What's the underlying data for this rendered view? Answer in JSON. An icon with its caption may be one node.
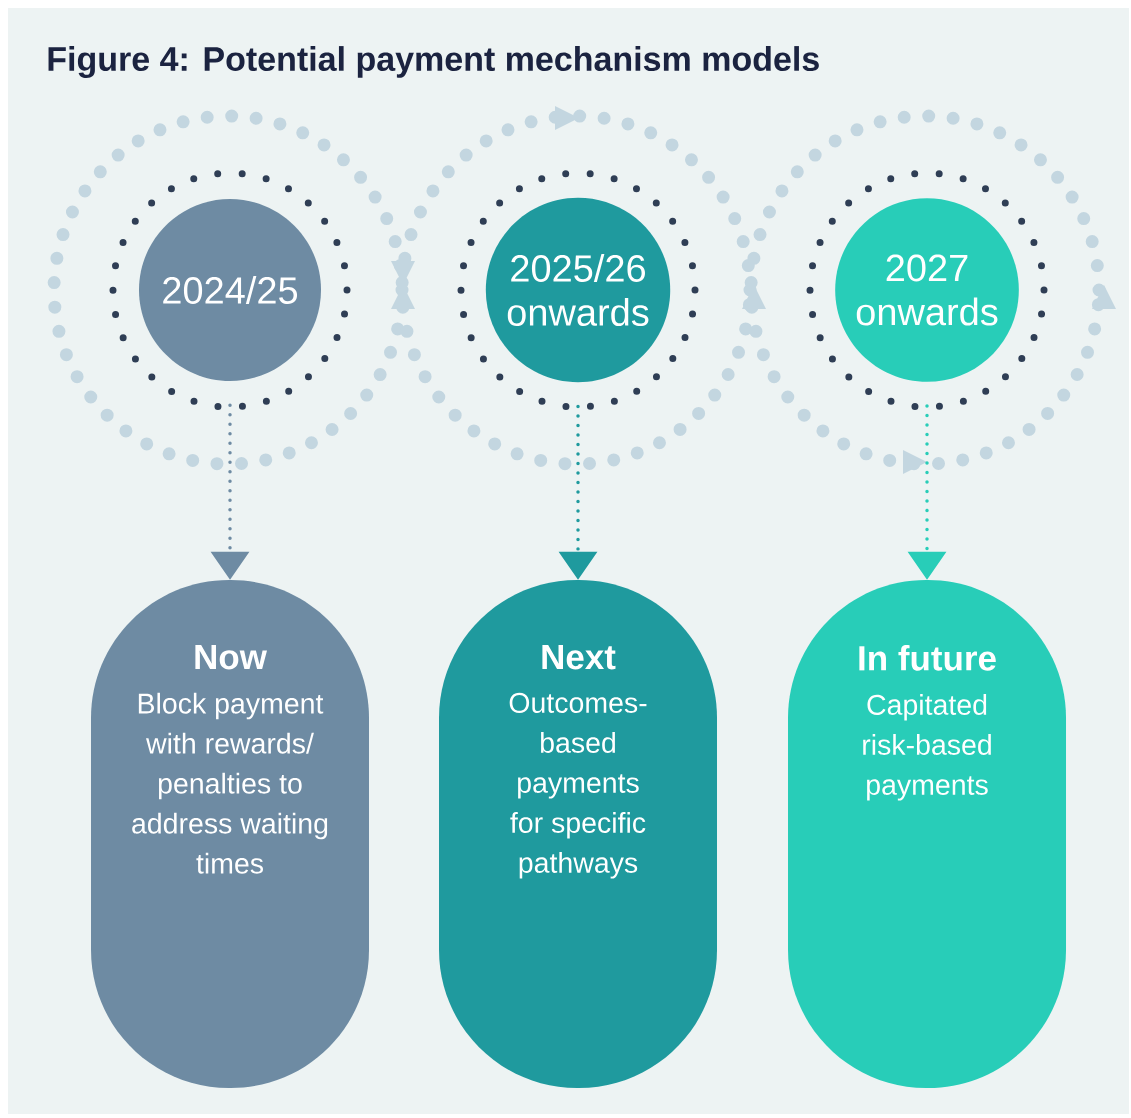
{
  "diagram": {
    "title": "Figure 4: Potential payment mechanism models",
    "nodes": [
      {
        "text": [
          "2024/25"
        ]
      },
      {
        "text": [
          "2025/26 onwards"
        ]
      },
      {
        "text": [
          "2027 onwards"
        ]
      },
      {
        "text": [
          "Now",
          "Block payment with rewards/ penalties to address waiting times"
        ]
      },
      {
        "text": [
          "Next",
          "Outcomes-based payments for specific pathways"
        ]
      },
      {
        "text": [
          "In future",
          "Capitated risk-based payments"
        ]
      }
    ],
    "edges": [
      {
        "from": 0,
        "to": 3,
        "arrow": "to",
        "style": "dashed",
        "color": "#6e8ba3"
      },
      {
        "from": 1,
        "to": 4,
        "arrow": "to",
        "style": "dashed",
        "color": "#1f9a9e"
      },
      {
        "from": 2,
        "to": 5,
        "arrow": "to",
        "style": "dashed",
        "color": "#28cdb8"
      }
    ]
  }
}
